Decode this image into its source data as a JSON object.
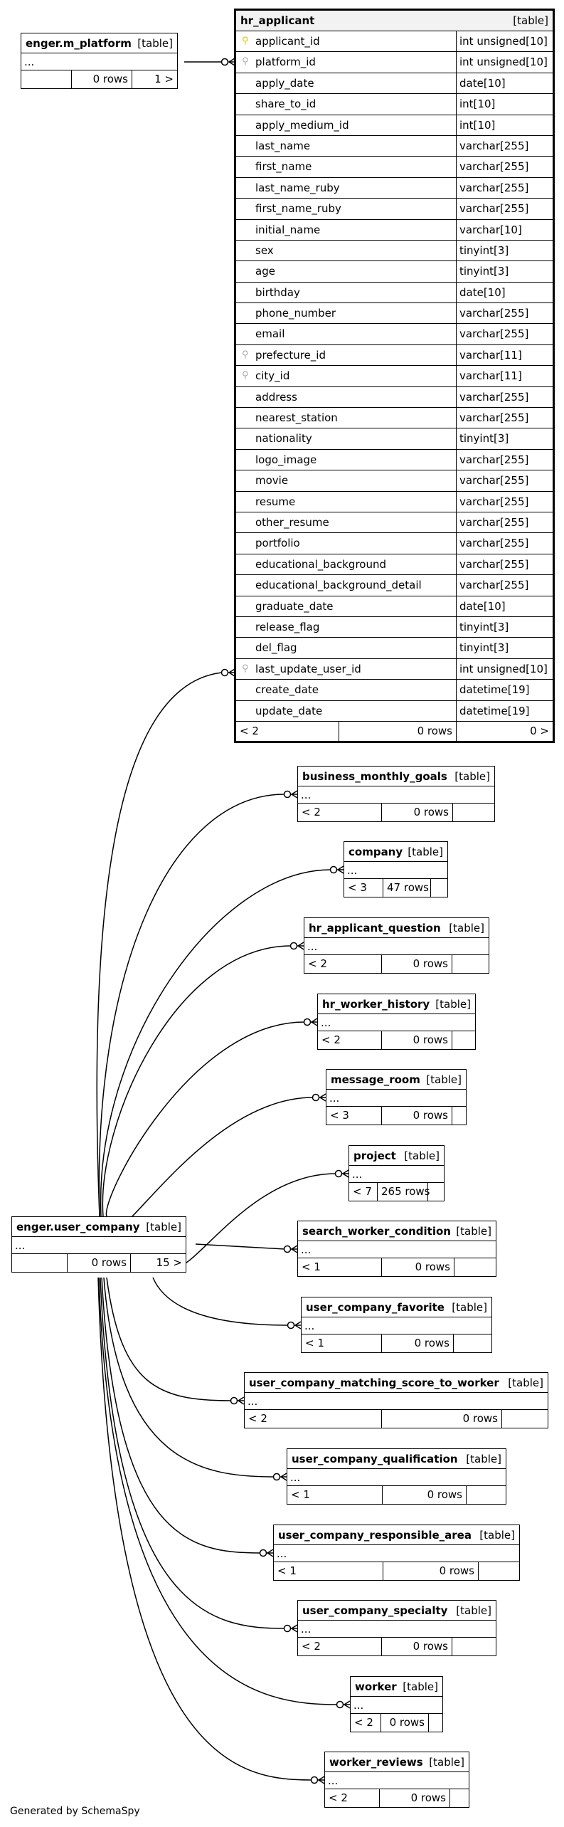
{
  "main_table": {
    "name": "hr_applicant",
    "kind": "[table]",
    "columns": [
      {
        "name": "applicant_id",
        "type": "int unsigned[10]",
        "key": "pk"
      },
      {
        "name": "platform_id",
        "type": "int unsigned[10]",
        "key": "fk"
      },
      {
        "name": "apply_date",
        "type": "date[10]",
        "key": ""
      },
      {
        "name": "share_to_id",
        "type": "int[10]",
        "key": ""
      },
      {
        "name": "apply_medium_id",
        "type": "int[10]",
        "key": ""
      },
      {
        "name": "last_name",
        "type": "varchar[255]",
        "key": ""
      },
      {
        "name": "first_name",
        "type": "varchar[255]",
        "key": ""
      },
      {
        "name": "last_name_ruby",
        "type": "varchar[255]",
        "key": ""
      },
      {
        "name": "first_name_ruby",
        "type": "varchar[255]",
        "key": ""
      },
      {
        "name": "initial_name",
        "type": "varchar[10]",
        "key": ""
      },
      {
        "name": "sex",
        "type": "tinyint[3]",
        "key": ""
      },
      {
        "name": "age",
        "type": "tinyint[3]",
        "key": ""
      },
      {
        "name": "birthday",
        "type": "date[10]",
        "key": ""
      },
      {
        "name": "phone_number",
        "type": "varchar[255]",
        "key": ""
      },
      {
        "name": "email",
        "type": "varchar[255]",
        "key": ""
      },
      {
        "name": "prefecture_id",
        "type": "varchar[11]",
        "key": "fk"
      },
      {
        "name": "city_id",
        "type": "varchar[11]",
        "key": "fk"
      },
      {
        "name": "address",
        "type": "varchar[255]",
        "key": ""
      },
      {
        "name": "nearest_station",
        "type": "varchar[255]",
        "key": ""
      },
      {
        "name": "nationality",
        "type": "tinyint[3]",
        "key": ""
      },
      {
        "name": "logo_image",
        "type": "varchar[255]",
        "key": ""
      },
      {
        "name": "movie",
        "type": "varchar[255]",
        "key": ""
      },
      {
        "name": "resume",
        "type": "varchar[255]",
        "key": ""
      },
      {
        "name": "other_resume",
        "type": "varchar[255]",
        "key": ""
      },
      {
        "name": "portfolio",
        "type": "varchar[255]",
        "key": ""
      },
      {
        "name": "educational_background",
        "type": "varchar[255]",
        "key": ""
      },
      {
        "name": "educational_background_detail",
        "type": "varchar[255]",
        "key": ""
      },
      {
        "name": "graduate_date",
        "type": "date[10]",
        "key": ""
      },
      {
        "name": "release_flag",
        "type": "tinyint[3]",
        "key": ""
      },
      {
        "name": "del_flag",
        "type": "tinyint[3]",
        "key": ""
      },
      {
        "name": "last_update_user_id",
        "type": "int unsigned[10]",
        "key": "fk"
      },
      {
        "name": "create_date",
        "type": "datetime[19]",
        "key": ""
      },
      {
        "name": "update_date",
        "type": "datetime[19]",
        "key": ""
      }
    ],
    "footer": {
      "parents": "< 2",
      "rows": "0 rows",
      "children": "0 >"
    }
  },
  "platform_table": {
    "name": "enger.m_platform",
    "kind": "[table]",
    "ellipsis": "...",
    "parents": "",
    "rows": "0 rows",
    "children": "1 >"
  },
  "user_company_table": {
    "name": "enger.user_company",
    "kind": "[table]",
    "ellipsis": "...",
    "parents": "",
    "rows": "0 rows",
    "children": "15 >"
  },
  "child_tables": [
    {
      "name": "business_monthly_goals",
      "kind": "[table]",
      "ellipsis": "...",
      "parents": "< 2",
      "rows": "0 rows",
      "children": ""
    },
    {
      "name": "company",
      "kind": "[table]",
      "ellipsis": "...",
      "parents": "< 3",
      "rows": "47 rows",
      "children": ""
    },
    {
      "name": "hr_applicant_question",
      "kind": "[table]",
      "ellipsis": "...",
      "parents": "< 2",
      "rows": "0 rows",
      "children": ""
    },
    {
      "name": "hr_worker_history",
      "kind": "[table]",
      "ellipsis": "...",
      "parents": "< 2",
      "rows": "0 rows",
      "children": ""
    },
    {
      "name": "message_room",
      "kind": "[table]",
      "ellipsis": "...",
      "parents": "< 3",
      "rows": "0 rows",
      "children": ""
    },
    {
      "name": "project",
      "kind": "[table]",
      "ellipsis": "...",
      "parents": "< 7",
      "rows": "265 rows",
      "children": ""
    },
    {
      "name": "search_worker_condition",
      "kind": "[table]",
      "ellipsis": "...",
      "parents": "< 1",
      "rows": "0 rows",
      "children": ""
    },
    {
      "name": "user_company_favorite",
      "kind": "[table]",
      "ellipsis": "...",
      "parents": "< 1",
      "rows": "0 rows",
      "children": ""
    },
    {
      "name": "user_company_matching_score_to_worker",
      "kind": "[table]",
      "ellipsis": "...",
      "parents": "< 2",
      "rows": "0 rows",
      "children": ""
    },
    {
      "name": "user_company_qualification",
      "kind": "[table]",
      "ellipsis": "...",
      "parents": "< 1",
      "rows": "0 rows",
      "children": ""
    },
    {
      "name": "user_company_responsible_area",
      "kind": "[table]",
      "ellipsis": "...",
      "parents": "< 1",
      "rows": "0 rows",
      "children": ""
    },
    {
      "name": "user_company_specialty",
      "kind": "[table]",
      "ellipsis": "...",
      "parents": "< 2",
      "rows": "0 rows",
      "children": ""
    },
    {
      "name": "worker",
      "kind": "[table]",
      "ellipsis": "...",
      "parents": "< 2",
      "rows": "0 rows",
      "children": ""
    },
    {
      "name": "worker_reviews",
      "kind": "[table]",
      "ellipsis": "...",
      "parents": "< 2",
      "rows": "0 rows",
      "children": ""
    }
  ],
  "credit": "Generated by SchemaSpy"
}
